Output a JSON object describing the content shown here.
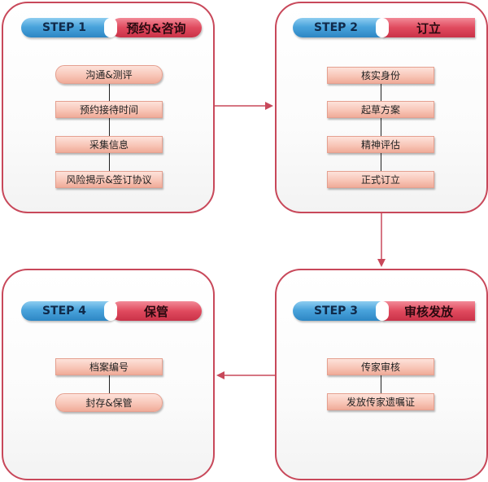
{
  "colors": {
    "panel_border": "#c8485a",
    "step_pill": "#4aa4dc",
    "title_pill": "#e04a5e",
    "item_fill": "#f8c6b8",
    "arrow": "#c8485a"
  },
  "steps": [
    {
      "step_label": "STEP 1",
      "title": "预约&咨询",
      "items": [
        "沟通&测评",
        "预约接待时间",
        "采集信息",
        "风险揭示&签订协议"
      ]
    },
    {
      "step_label": "STEP 2",
      "title": "订立",
      "items": [
        "核实身份",
        "起草方案",
        "精神评估",
        "正式订立"
      ]
    },
    {
      "step_label": "STEP 3",
      "title": "审核发放",
      "items": [
        "传家审核",
        "发放传家遗嘱证"
      ]
    },
    {
      "step_label": "STEP 4",
      "title": "保管",
      "items": [
        "档案编号",
        "封存&保管"
      ]
    }
  ]
}
